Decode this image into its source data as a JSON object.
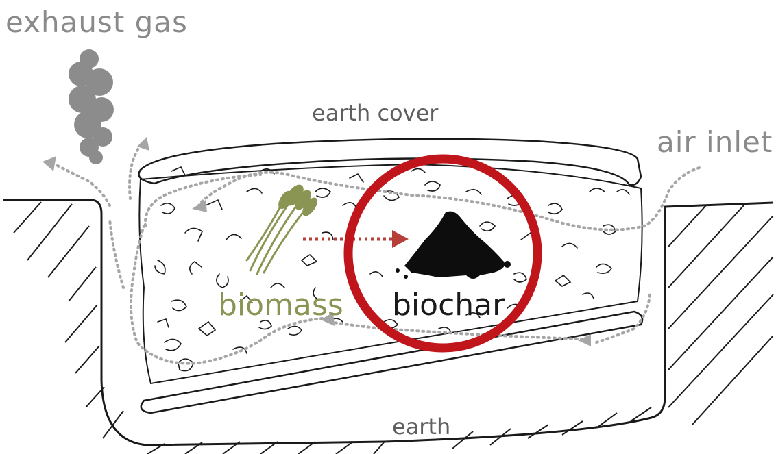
{
  "labels": {
    "exhaust_gas": "exhaust gas",
    "earth_cover": "earth cover",
    "air_inlet": "air inlet",
    "biomass": "biomass",
    "biochar": "biochar",
    "earth": "earth"
  },
  "colors": {
    "outline": "#1a1a1a",
    "gas_flow": "#a6a6a6",
    "smoke": "#8c8c8c",
    "biomass_green": "#8b9553",
    "conversion_arrow": "#b5403a",
    "highlight_circle": "#c0151b",
    "biochar_black": "#0d0d0d"
  }
}
